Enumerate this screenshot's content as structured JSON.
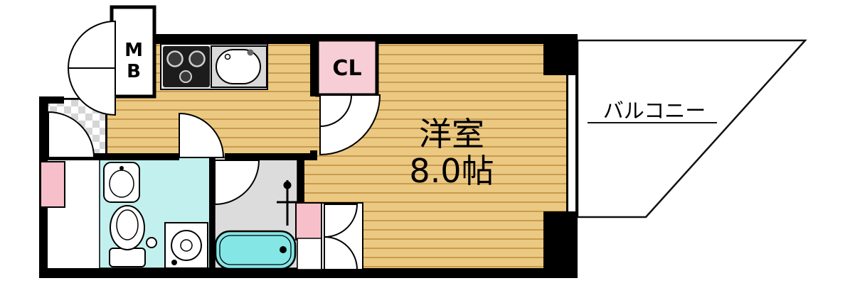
{
  "floorplan": {
    "unit_labels": {
      "meter_box": "MB",
      "closet": "CL",
      "room_name": "洋室",
      "room_size": "8.0帖",
      "balcony": "バルコニー"
    },
    "colors": {
      "wood_floor": "#ecc982",
      "wood_stripe": "#c89b4e",
      "tile_gray": "#d6d6d6",
      "washroom_cyan": "#c2f0ee",
      "bathtub_cyan": "#85e6e6",
      "bath_gray": "#dcdcdc",
      "accent_pink": "#f6bfca",
      "closet_pink": "#f7cdd6",
      "counter_gray": "#d9d9d9",
      "stove_black": "#1c1c1c",
      "wall_black": "#000000",
      "balcony_white": "#ffffff"
    }
  }
}
